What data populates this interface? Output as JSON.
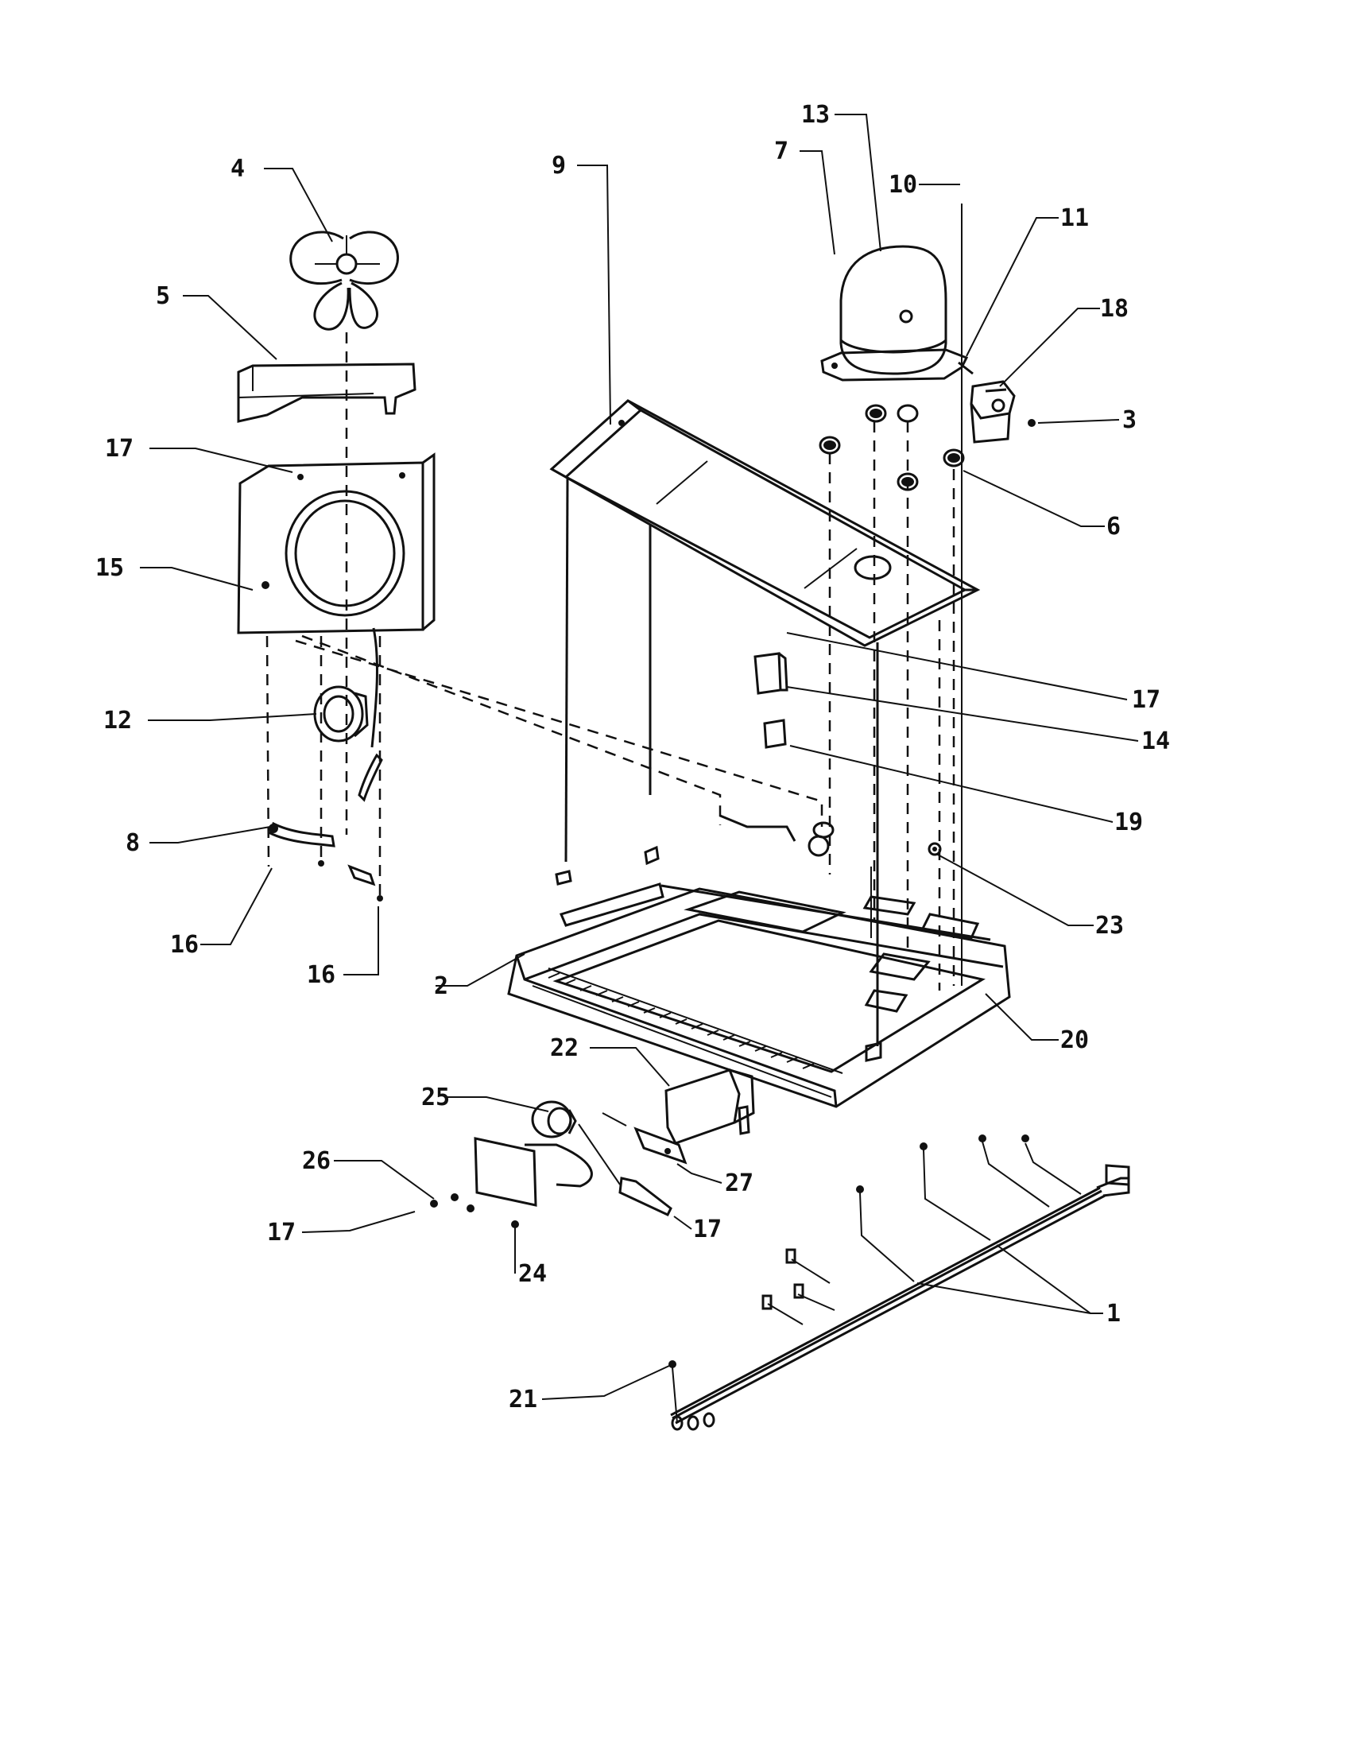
{
  "diagram": {
    "callouts": [
      "1",
      "2",
      "3",
      "4",
      "5",
      "6",
      "7",
      "8",
      "9",
      "10",
      "11",
      "12",
      "13",
      "14",
      "15",
      "16",
      "16",
      "17",
      "17",
      "17",
      "17",
      "18",
      "19",
      "20",
      "21",
      "22",
      "23",
      "24",
      "25",
      "26",
      "27"
    ]
  }
}
